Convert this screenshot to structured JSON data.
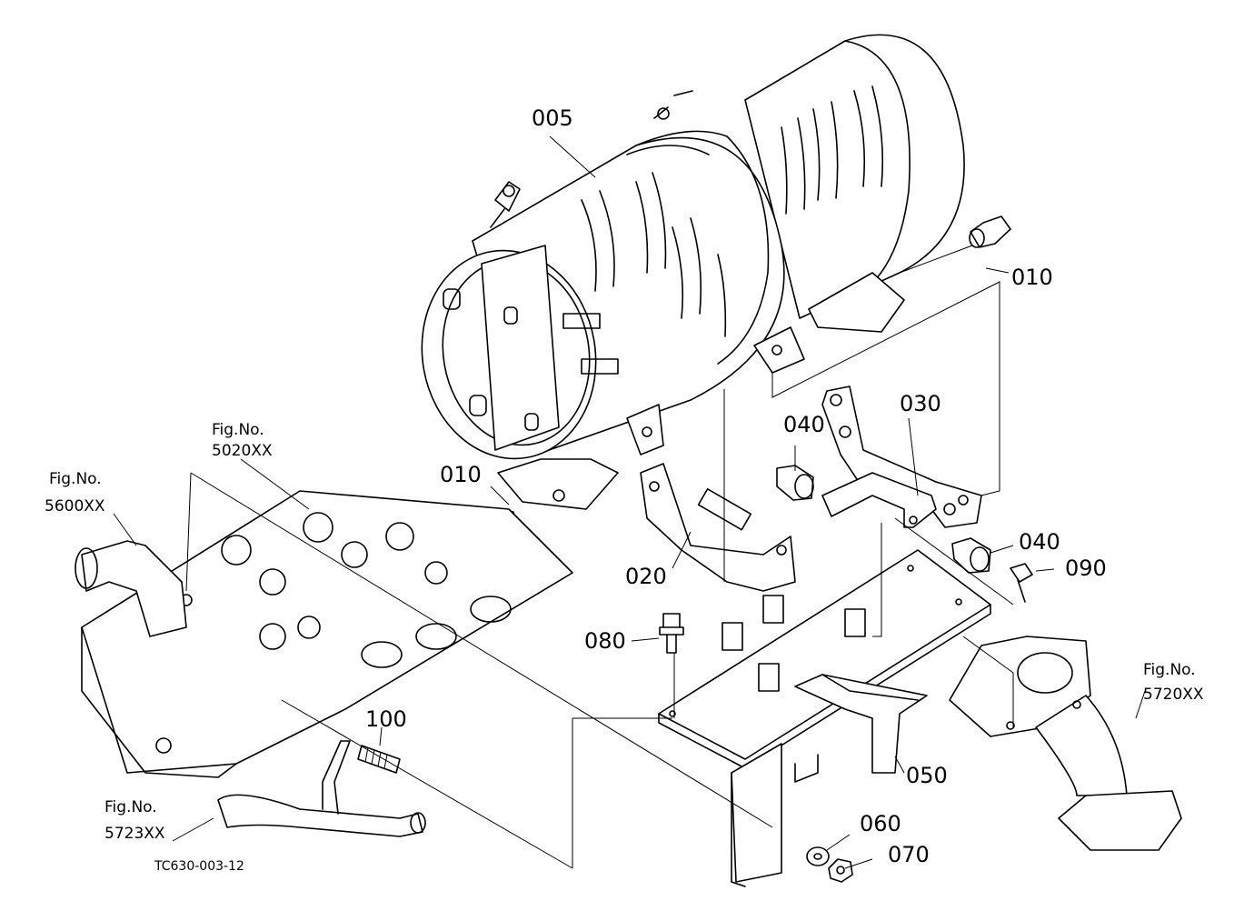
{
  "parts": {
    "p005": "005",
    "p010a": "010",
    "p010b": "010",
    "p020": "020",
    "p030": "030",
    "p040a": "040",
    "p040b": "040",
    "p050": "050",
    "p060": "060",
    "p070": "070",
    "p080": "080",
    "p090": "090",
    "p100": "100"
  },
  "figures": {
    "fig_label": "Fig.No.",
    "f5020": "5020XX",
    "f5600": "5600XX",
    "f5720": "5720XX",
    "f5723": "5723XX"
  },
  "drawing_code": "TC630-003-12"
}
